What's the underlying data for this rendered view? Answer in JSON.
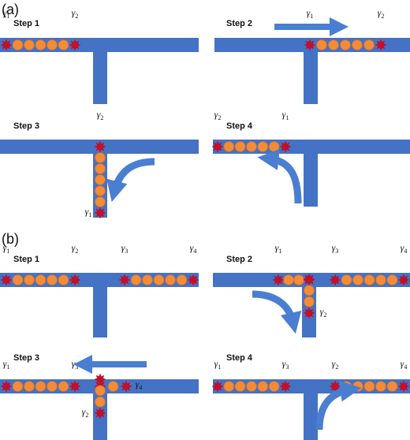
{
  "parts": [
    "(a)",
    "(b)"
  ],
  "colors": {
    "track": "#4472c4",
    "particle": "#f28c38",
    "particle_stroke": "#d9702a",
    "anyon": "#c0102a",
    "arrow": "#4a7ed0"
  },
  "panels": [
    {
      "step": "Step 1",
      "gammas": [
        "γ1",
        "γ2"
      ],
      "arrow_icon": "none"
    },
    {
      "step": "Step 2",
      "gammas": [
        "γ1",
        "γ2"
      ],
      "arrow_icon": "right-arrow-icon"
    },
    {
      "step": "Step 3",
      "gammas": [
        "γ2",
        "γ1"
      ],
      "arrow_icon": "curved-arrow-down-left-icon"
    },
    {
      "step": "Step 4",
      "gammas": [
        "γ2",
        "γ1"
      ],
      "arrow_icon": "curved-arrow-up-left-icon"
    },
    {
      "step": "Step 1",
      "gammas": [
        "γ1",
        "γ2",
        "γ3",
        "γ4"
      ],
      "arrow_icon": "none"
    },
    {
      "step": "Step 2",
      "gammas": [
        "γ1",
        "γ3",
        "γ4",
        "γ2"
      ],
      "arrow_icon": "curved-arrow-down-right-icon"
    },
    {
      "step": "Step 3",
      "gammas": [
        "γ1",
        "γ3",
        "γ4",
        "γ2"
      ],
      "arrow_icon": "left-arrow-icon"
    },
    {
      "step": "Step 4",
      "gammas": [
        "γ1",
        "γ3",
        "γ2",
        "γ4"
      ],
      "arrow_icon": "curved-arrow-up-right-icon"
    }
  ]
}
